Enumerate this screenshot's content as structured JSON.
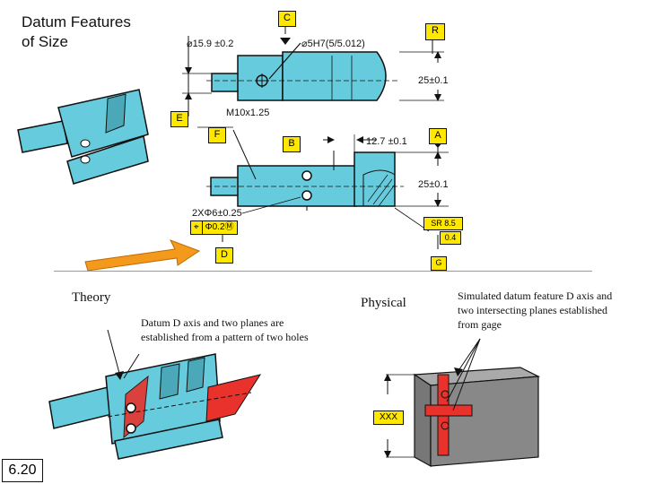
{
  "title": "Datum Features\nof Size",
  "page_number": "6.20",
  "datum_labels": {
    "c": "C",
    "r": "R",
    "e": "E",
    "f": "F",
    "b": "B",
    "a": "A",
    "d": "D",
    "g": "G"
  },
  "dimensions": {
    "dia_15_9": "15.9 ±0.2",
    "dia_5h7": "5H7(5/5.012)",
    "dim_25_top": "25±0.1",
    "thread": "M10x1.25",
    "dim_12_7": "12.7 ±0.1",
    "dim_25_bottom": "25±0.1",
    "pattern_holes": "2XΦ6±0.25",
    "fcf_tol": "Φ0.2Ⓜ",
    "sr": "SR 8.5",
    "dim_0_4": "0.4",
    "xxx": "XXX"
  },
  "captions": {
    "theory": "Theory",
    "physical": "Physical",
    "theory_note": "Datum D axis and two planes are established from a pattern of two holes",
    "physical_note": "Simulated datum feature D axis and two intersecting planes established from gage"
  },
  "colors": {
    "part": "#66ccdd",
    "datum_box": "#ffe800",
    "plane": "#e8322b",
    "gage": "#888888",
    "arrow": "#f39a1c"
  }
}
